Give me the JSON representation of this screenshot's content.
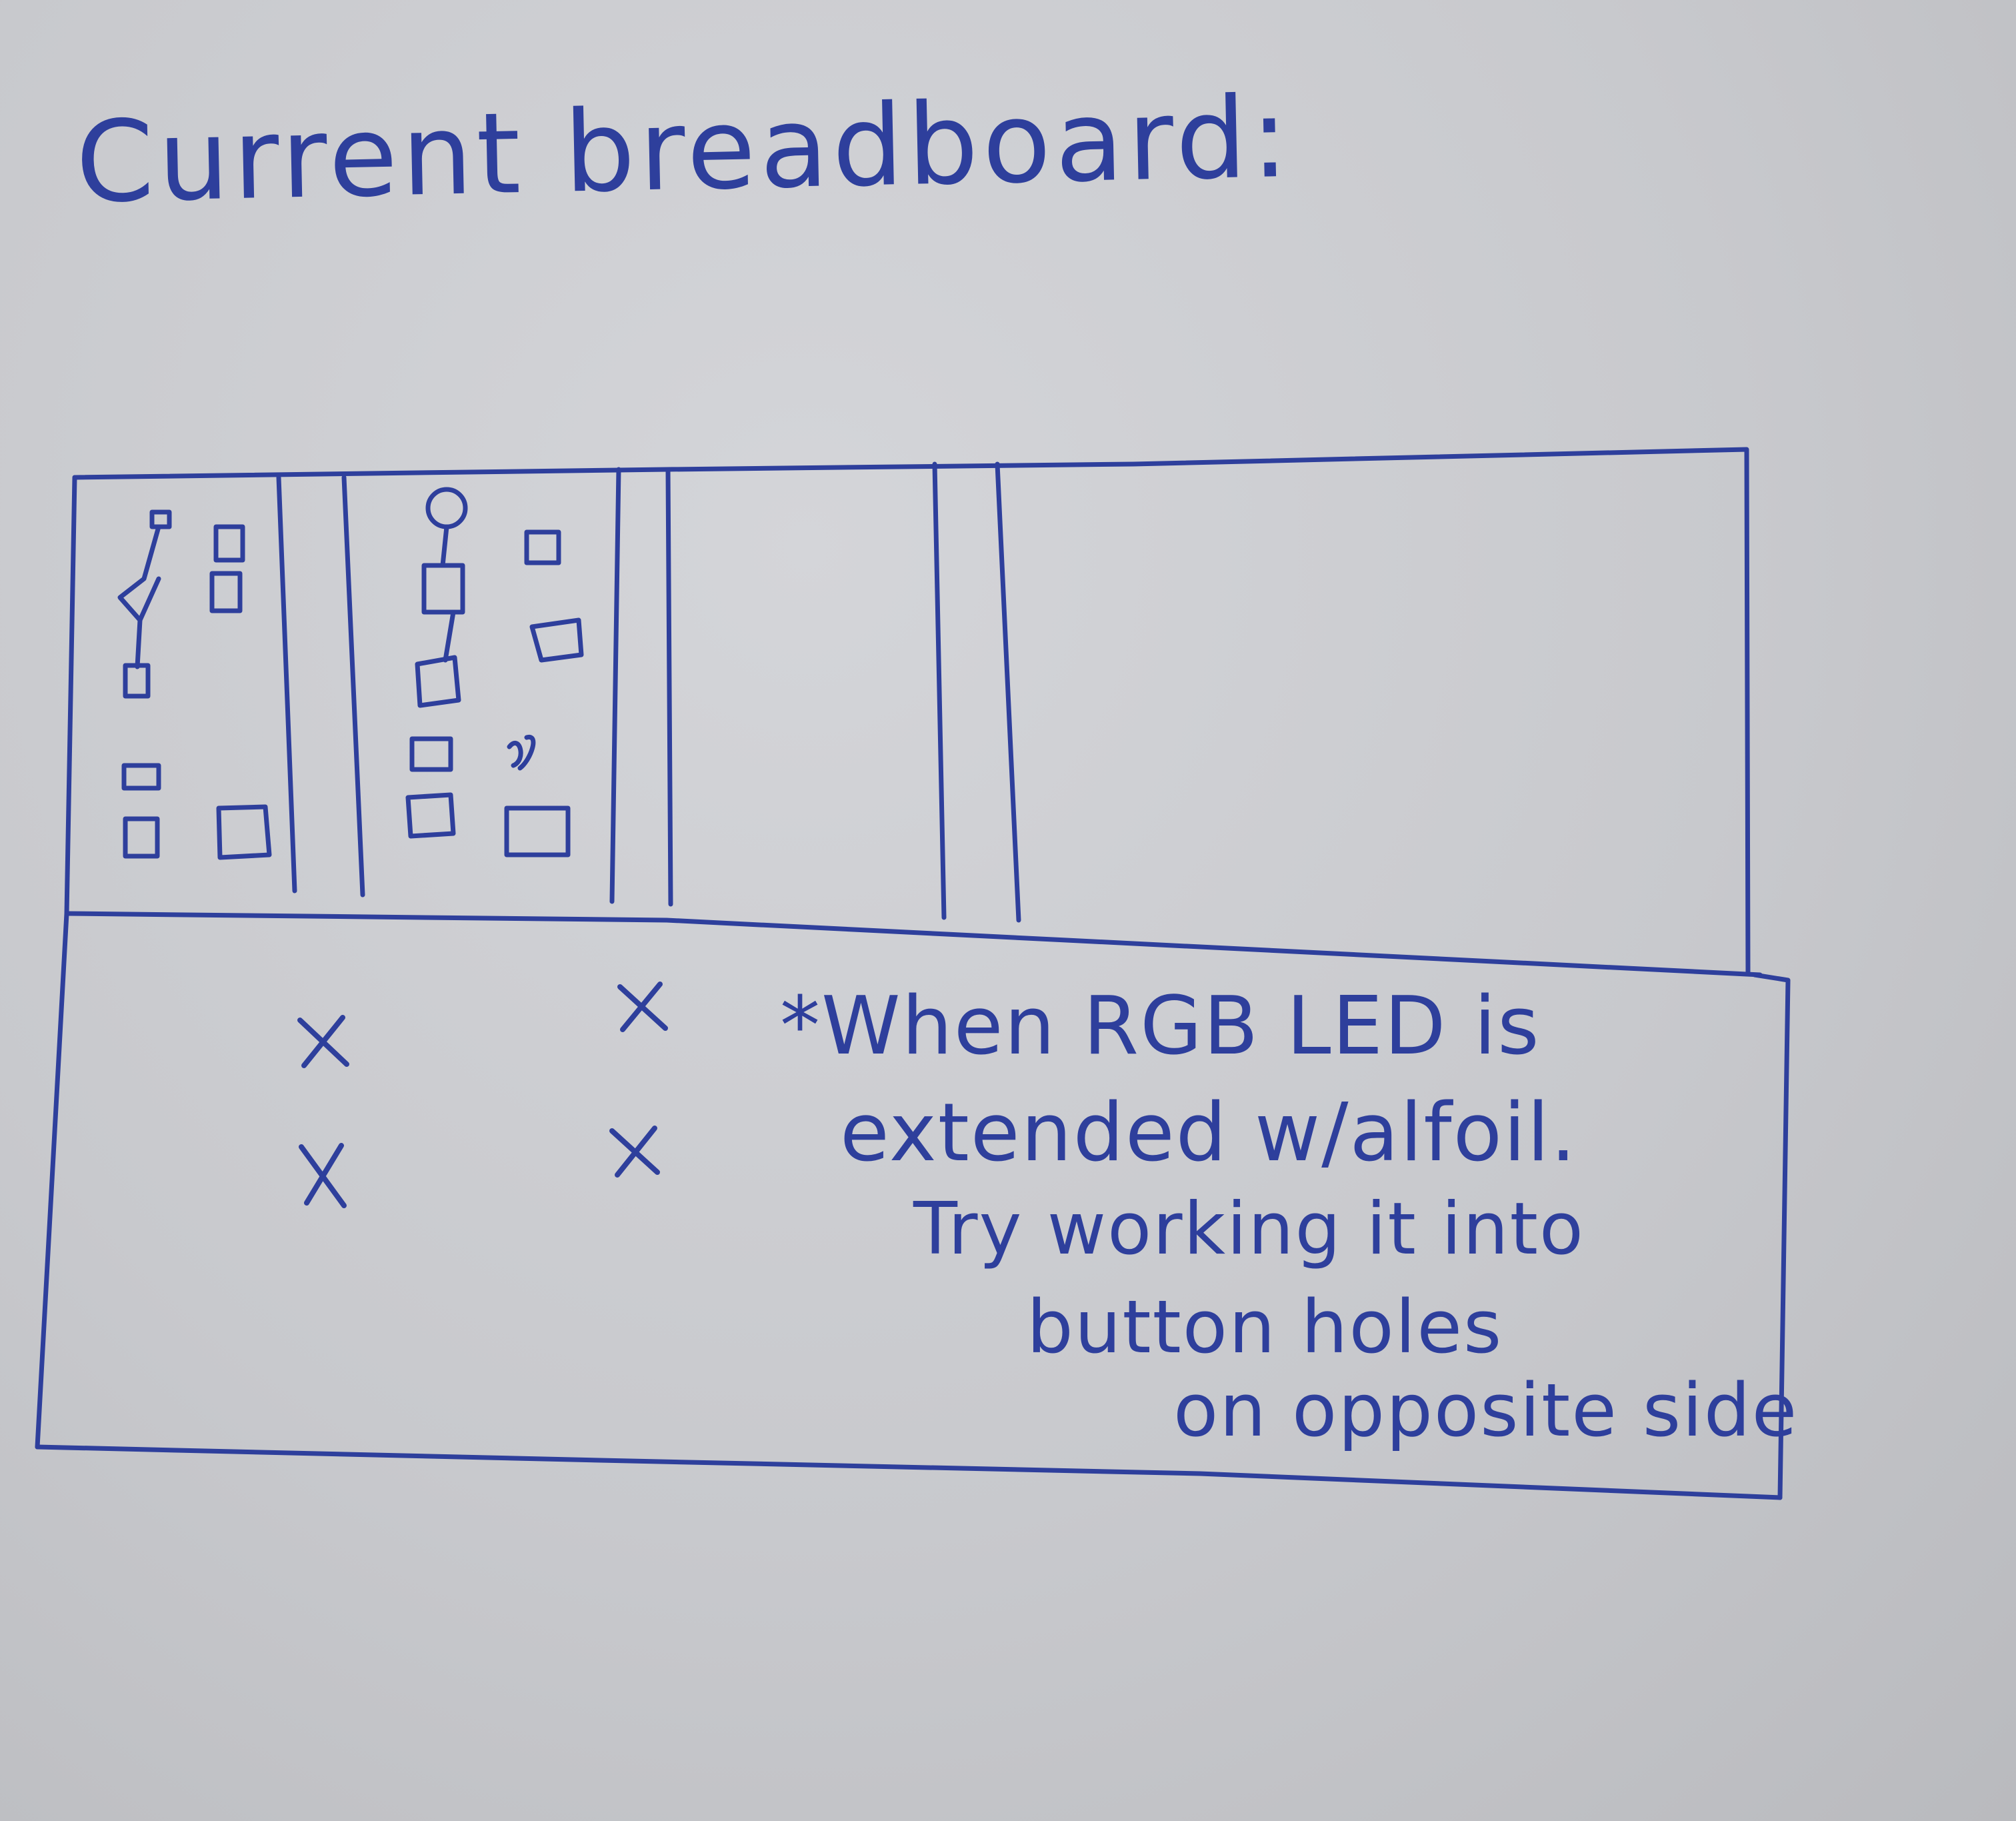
{
  "title": "Current breadboard:",
  "note": {
    "lines": [
      "*When RGB LED is",
      "extended w/alfoil.",
      "Try working it into",
      "button holes",
      "on opposite side"
    ]
  },
  "marks": {
    "x_glyph": "X"
  },
  "colors": {
    "ink": "#2e3f9c",
    "paper": "#c9cace"
  },
  "icons": [
    "led-icon",
    "resistor-icon",
    "button-icon",
    "x-mark-icon"
  ]
}
